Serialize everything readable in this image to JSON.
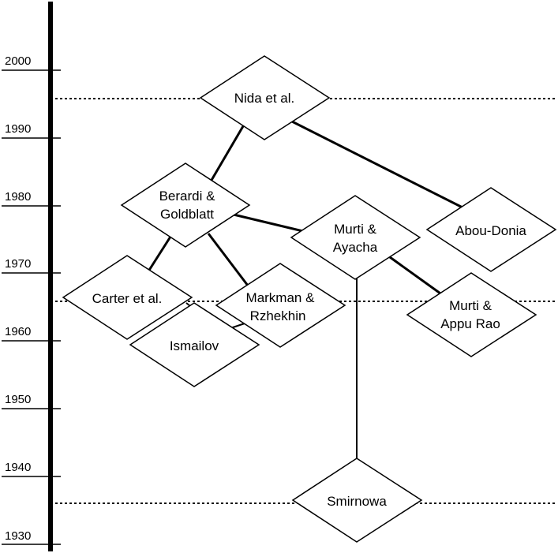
{
  "timeline": {
    "years": [
      "2000",
      "1990",
      "1980",
      "1970",
      "1960",
      "1950",
      "1940",
      "1930"
    ]
  },
  "nodes": {
    "nida": {
      "lines": [
        "Nida et al."
      ]
    },
    "berardi": {
      "lines": [
        "Berardi &",
        "Goldblatt"
      ]
    },
    "murti_ayacha": {
      "lines": [
        "Murti &",
        "Ayacha"
      ]
    },
    "abou_donia": {
      "lines": [
        "Abou-Donia"
      ]
    },
    "carter": {
      "lines": [
        "Carter et al."
      ]
    },
    "markman": {
      "lines": [
        "Markman &",
        "Rzhekhin"
      ]
    },
    "ismailov": {
      "lines": [
        "Ismailov"
      ]
    },
    "murti_appu": {
      "lines": [
        "Murti &",
        "Appu Rao"
      ]
    },
    "smirnowa": {
      "lines": [
        "Smirnowa"
      ]
    }
  }
}
